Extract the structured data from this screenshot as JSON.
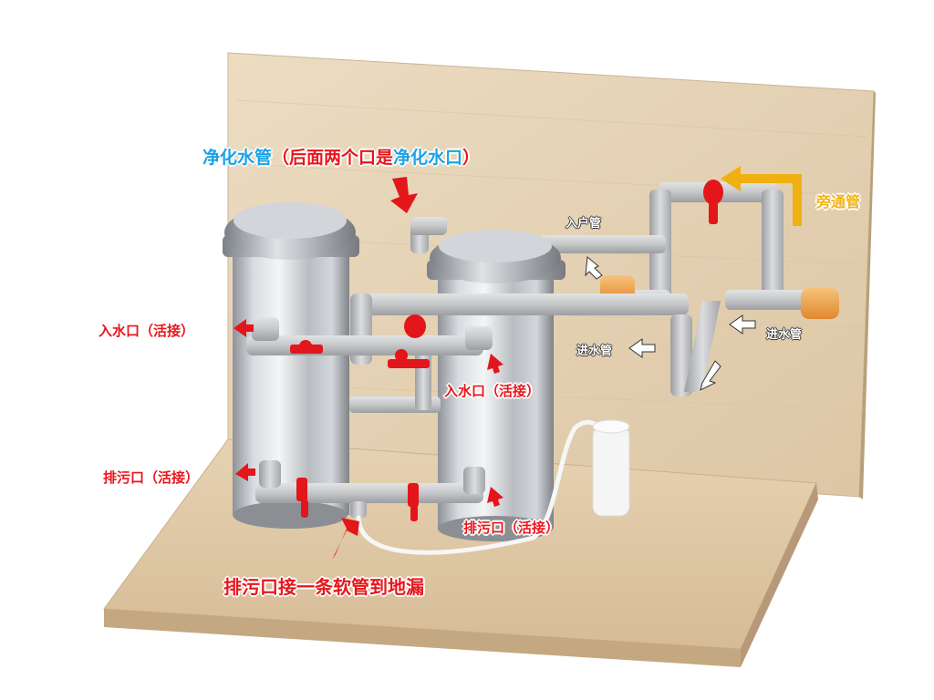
{
  "title": {
    "part1": "净化水管",
    "part2": "（后面两个口是",
    "part3": "净化水口",
    "part4": "）"
  },
  "labels": {
    "inlet_left": "入水口（活接）",
    "inlet_right": "入水口（活接）",
    "drain_left": "排污口（活接）",
    "drain_right": "排污口（活接）",
    "drain_hose": "排污口接一条软管到地漏",
    "bypass": "旁通管",
    "house_in": "入户管",
    "water_in_top": "进水管",
    "water_in_mid": "进水管"
  },
  "colors": {
    "title_blue": "#1aa3e6",
    "label_red": "#e8161b",
    "bypass_yellow": "#f2b413",
    "valve_red": "#e3161c",
    "fitting_orange": "#f0a040"
  }
}
